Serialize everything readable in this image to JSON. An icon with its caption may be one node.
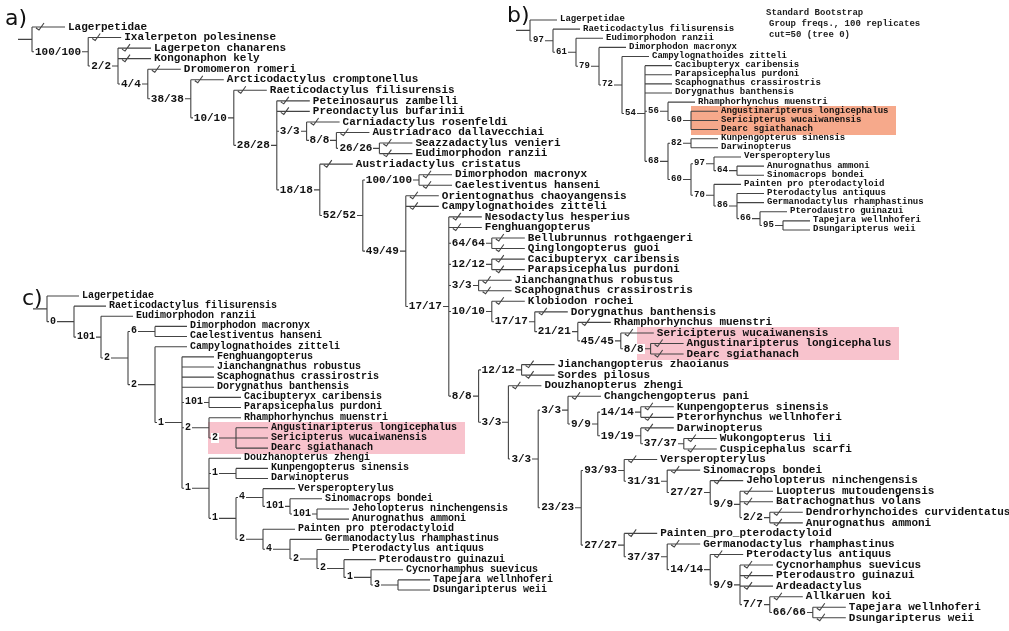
{
  "diagram": {
    "nodes": [
      {
        "text": [
          "Sericipterus wucaiwanensis",
          "Angustinaripterus longicephalus",
          "Dearc sgiathanach"
        ]
      },
      {
        "text": [
          "Angustinaripterus longicephalus",
          "Sericipterus wucaiwanensis",
          "Dearc sgiathanach"
        ]
      },
      {
        "text": [
          "Angustinaripterus longicephalus",
          "Sericipterus wucaiwanensis",
          "Dearc sgiathanach"
        ]
      }
    ],
    "labels": [
      "a)",
      "Lagerpetidae",
      "100/100",
      "Ixalerpeton polesinense",
      "2/2",
      "Lagerpeton chanarens",
      "Kongonaphon kely",
      "4/4",
      "Dromomeron romeri",
      "38/38",
      "Arcticodactylus cromptonellus",
      "10/10",
      "Raeticodactylus filisurensis",
      "28/28",
      "Peteinosaurus zambelli",
      "Preondactylus bufarinii",
      "3/3",
      "Carniadactylus rosenfeldi",
      "8/8",
      "Austriadraco dallavecchiai",
      "26/26",
      "Seazzadactylus venieri",
      "Eudimorphodon ranzii",
      "18/18",
      "Austriadactylus cristatus",
      "52/52",
      "100/100",
      "Dimorphodon macronyx",
      "Caelestiventus hanseni",
      "49/49",
      "Orientognathus chaoyangensis",
      "Campylognathoides zitteli",
      "17/17",
      "Nesodactylus hesperius",
      "Fenghuangopterus",
      "64/64",
      "Bellubrunnus rothgaengeri",
      "Qinglongopterus guoi",
      "12/12",
      "Cacibupteryx caribensis",
      "Parapsicephalus purdoni",
      "3/3",
      "Jianchangnathus robustus",
      "Scaphognathus crassirostris",
      "10/10",
      "Klobiodon rochei",
      "17/17",
      "Dorygnathus banthensis",
      "21/21",
      "Rhamphorhynchus muenstri",
      "45/45",
      "8/8",
      "8/8",
      "12/12",
      "Jianchangopterus zhaoianus",
      "Sordes pilosus",
      "3/3",
      "Douzhanopterus zhengi",
      "3/3",
      "3/3",
      "Changchengopterus pani",
      "9/9",
      "14/14",
      "Kunpengopterus sinensis",
      "Pterorhynchus wellnhoferi",
      "19/19",
      "Darwinopterus",
      "37/37",
      "Wukongopterus lii",
      "Cuspicephalus scarfi",
      "23/23",
      "93/93",
      "Versperopterylus",
      "31/31",
      "Sinomacrops bondei",
      "27/27",
      "Jeholopterus ninchengensis",
      "9/9",
      "Luopterus mutoudengensis",
      "Batrachognathus volans",
      "2/2",
      "Dendrorhynchoides curvidentatus",
      "Anurognathus ammoni",
      "27/27",
      "Painten_pro_pterodactyloid",
      "37/37",
      "Germanodactylus rhamphastinus",
      "14/14",
      "Pterodactylus antiquus",
      "9/9",
      "Cycnorhamphus suevicus",
      "Pterodaustro guinazui",
      "Ardeadactylus",
      "7/7",
      "Allkaruen koi",
      "66/66",
      "Tapejara wellnhoferi",
      "Dsungaripterus weii",
      "b)",
      "Lagerpetidae",
      "97",
      "Raeticodactylus filisurensis",
      "61",
      "Eudimorphodon ranzii",
      "79",
      "Dimorphodon macronyx",
      "72",
      "Campylognathoides zitteli",
      "54",
      "Cacibupteryx caribensis",
      "Parapsicephalus purdoni",
      "Scaphognathus crassirostris",
      "Dorygnathus banthensis",
      "56",
      "Rhamphorhynchus muenstri",
      "60",
      "68",
      "82",
      "Kunpengopterus sinensis",
      "Darwinopterus",
      "60",
      "97",
      "Versperopterylus",
      "64",
      "Anurognathus ammoni",
      "Sinomacrops bondei",
      "70",
      "Painten pro pterodactyloid",
      "86",
      "Pterodactylus antiquus",
      "Germanodactylus rhamphastinus",
      "66",
      "Pterodaustro guinazui",
      "95",
      "Tapejara wellnhoferi",
      "Dsungaripterus weii",
      "Standard Bootstrap",
      "Group freqs., 100 replicates",
      "cut=50 (tree 0)",
      "c)",
      "Lagerpetidae",
      "0",
      "Raeticodactylus filisurensis",
      "101",
      "Eudimorphodon ranzii",
      "2",
      "6",
      "Dimorphodon macronyx",
      "Caelestiventus hanseni",
      "2",
      "Campylognathoides zitteli",
      "1",
      "Fenghuangopterus",
      "Jianchangnathus robustus",
      "Scaphognathus crassirostris",
      "Dorygnathus banthensis",
      "101",
      "Cacibupteryx caribensis",
      "Parapsicephalus purdoni",
      "2",
      "Rhamphorhynchus muenstri",
      "2",
      "1",
      "Douzhanopterus zhengi",
      "1",
      "Kunpengopterus sinensis",
      "Darwinopterus",
      "1",
      "4",
      "Versperopterylus",
      "101",
      "Sinomacrops bondei",
      "101",
      "Jeholopterus ninchengensis",
      "Anurognathus ammoni",
      "2",
      "Painten pro pterodactyloid",
      "4",
      "Germanodactylus rhamphastinus",
      "2",
      "Pterodactylus antiquus",
      "2",
      "Pterodaustro guinazui",
      "1",
      "Cycnorhamphus suevicus",
      "3",
      "Tapejara wellnhoferi",
      "Dsungaripterus weii"
    ]
  }
}
